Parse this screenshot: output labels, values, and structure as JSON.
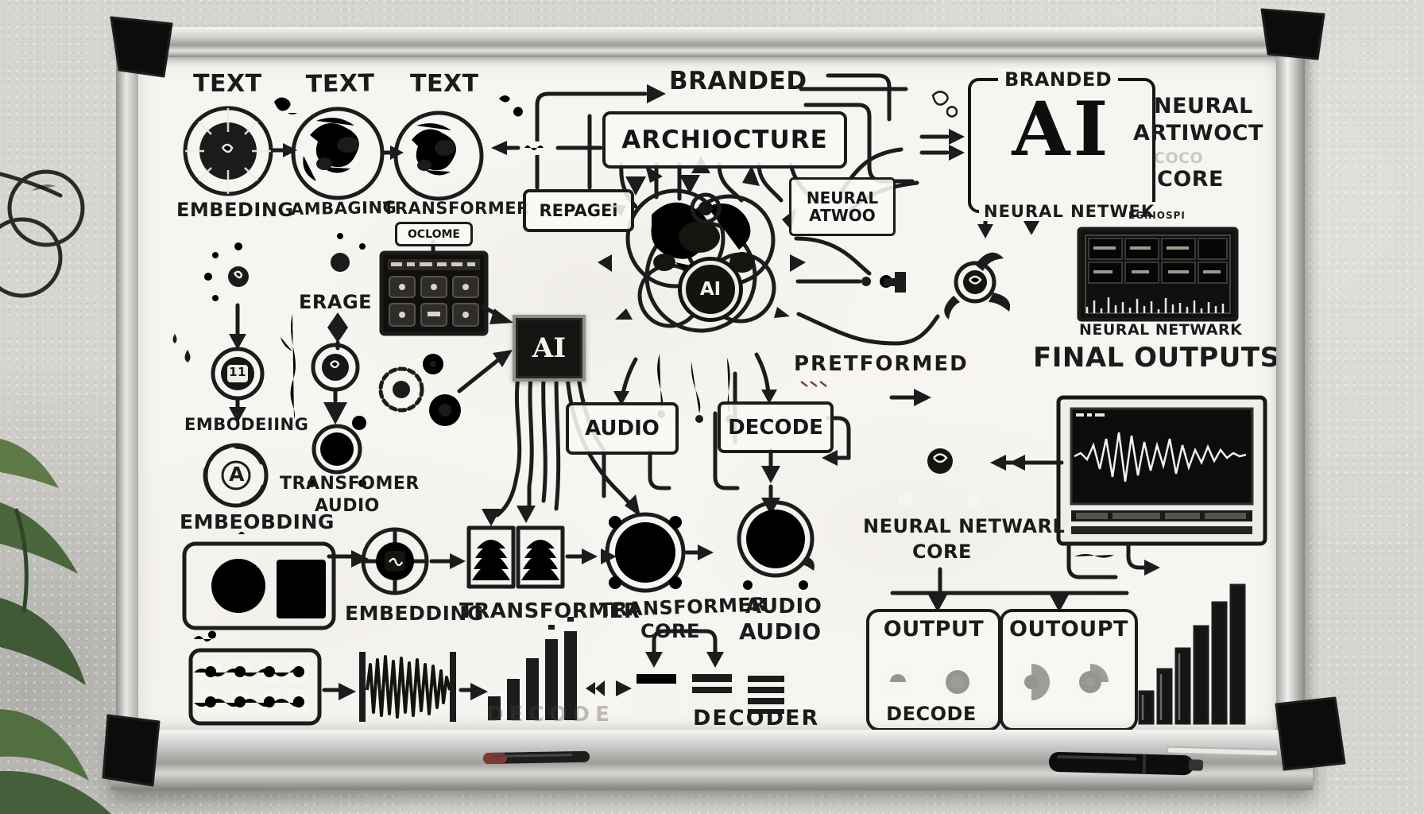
{
  "scene": {
    "ink": "#1c1c1c",
    "board_bg": "#f7f5f1",
    "wall_bg": "#d6d5d0",
    "accent_red": "#7e3a30"
  },
  "top_left": {
    "text1": "TEXT",
    "text2": "TEXT",
    "text3": "TEXT",
    "label1": "EMBEDING",
    "label2": "AMBAGING",
    "label3": "TRANSFORMER",
    "sub_box": "OCLOME",
    "erage": "ERAGE"
  },
  "left_column": {
    "node11": "11",
    "embodeiing": "EMBODEIING",
    "a_letter": "A",
    "embeobding": "EMBEOBDING",
    "transfomer": "TRANSFOMER",
    "audio": "AUDIO"
  },
  "center": {
    "branded": "BRANDED",
    "architecture_box": "ARCHIOCTURE",
    "repage_box": "REPAGEi",
    "neural_line1": "NEURAL",
    "neural_line2": "ATWOO",
    "ai_chip": "AI",
    "ai_hub": "AI",
    "pretformed": "PRETFORMED",
    "audio_box": "AUDIO",
    "decode_box": "DECODE"
  },
  "right_card": {
    "branded": "BRANDED",
    "ai": "AI",
    "subtitle": "NEURAL NETWEK"
  },
  "right_side": {
    "neural": "NEURAL",
    "artiwoct": "ARTIWOCT",
    "core_ghost": "COCO",
    "core": "CORE",
    "small_note": "EGRIOSPI",
    "panel_caption": "NEURAL NETWARK",
    "final_outputs": "FINAL OUTPUTS",
    "mesh_line1": "NEURAL NETWARL",
    "mesh_line2": "CORE"
  },
  "bottom_row": {
    "embedding": "EMBEDDING",
    "transformer": "TRANSFORMER",
    "transformer_core_1": "TRANSFORMER",
    "transformer_core_2": "CORE",
    "audio_1": "AUDIO",
    "audio_2": "AUDIO",
    "decode_ghost": "DECODE",
    "decoder": "DECODER"
  },
  "output_boxes": {
    "output1": "OUTPUT",
    "output2": "OUTOUPT",
    "decode": "DECODE"
  }
}
